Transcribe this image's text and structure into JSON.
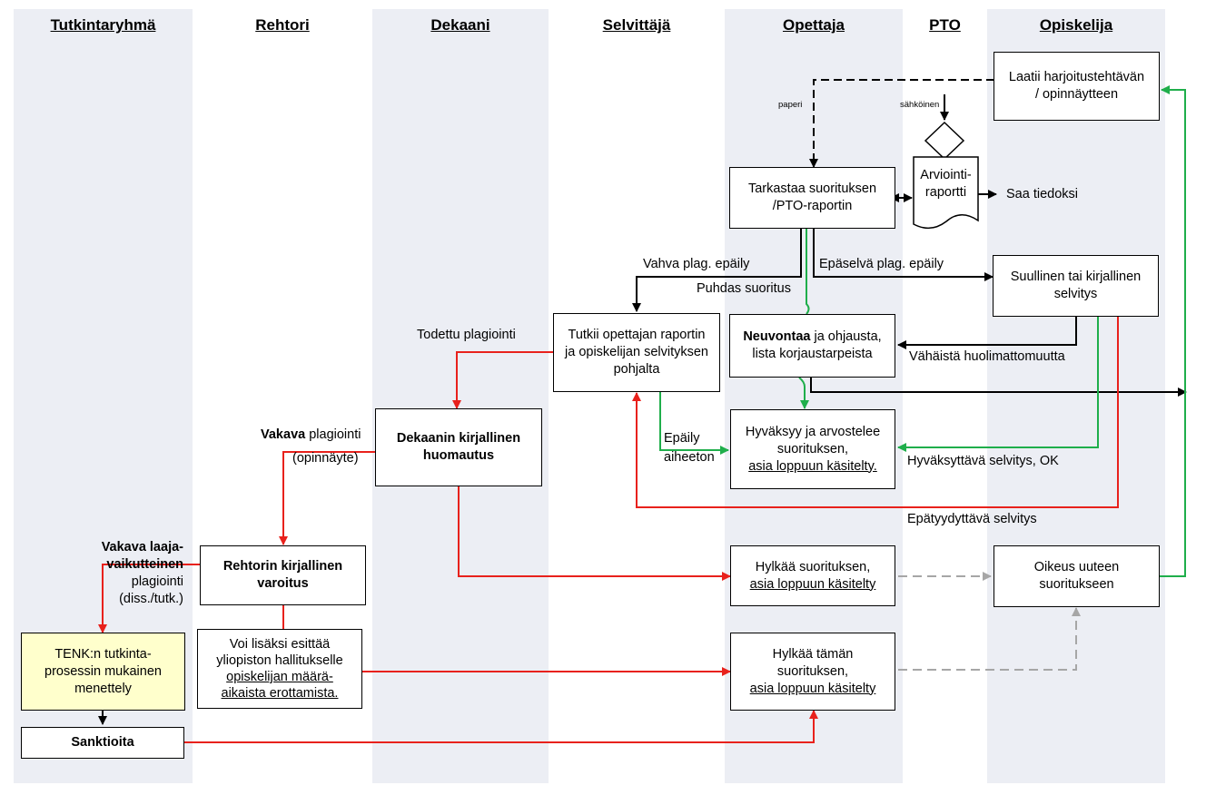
{
  "lanes": [
    "Tutkintaryhmä",
    "Rehtori",
    "Dekaani",
    "Selvittäjä",
    "Opettaja",
    "PTO",
    "Opiskelija"
  ],
  "boxes": {
    "laatii": [
      "Laatii harjoitustehtävän",
      "/ opinnäytteen"
    ],
    "tarkastaa": [
      "Tarkastaa suorituksen",
      "/PTO-raportin"
    ],
    "arviointi": [
      "Arviointi-",
      "raportti"
    ],
    "suullinen": [
      "Suullinen tai kirjallinen",
      "selvitys"
    ],
    "tutkii": [
      "Tutkii opettajan raportin",
      "ja opiskelijan selvityksen",
      "pohjalta"
    ],
    "neuvontaa_bold": "Neuvontaa",
    "neuvontaa_rest": " ja ohjausta,",
    "neuvontaa_line2": "lista korjaustarpeista",
    "dekaanin": [
      "Dekaanin kirjallinen",
      "huomautus"
    ],
    "hyvaksyy": [
      "Hyväksyy ja arvostelee",
      "suorituksen,",
      "asia loppuun käsitelty."
    ],
    "rehtorin": [
      "Rehtorin kirjallinen",
      "varoitus"
    ],
    "hylkaa1": [
      "Hylkää suorituksen,",
      "asia loppuun käsitelty"
    ],
    "oikeus": [
      "Oikeus uuteen",
      "suoritukseen"
    ],
    "tenk": [
      "TENK:n tutkinta-",
      "prosessin mukainen",
      "menettely"
    ],
    "voi": [
      "Voi lisäksi esittää",
      "yliopiston hallitukselle",
      "opiskelijan määrä-",
      "aikaista erottamista."
    ],
    "hylkaa2": [
      "Hylkää tämän",
      "suorituksen,",
      "asia loppuun käsitelty"
    ],
    "sanktioita": "Sanktioita"
  },
  "labels": {
    "paperi": "paperi",
    "sahkoinen": "sähköinen",
    "saa_tiedoksi": "Saa tiedoksi",
    "vahva": "Vahva plag. epäily",
    "epaselva": "Epäselvä plag. epäily",
    "puhdas": "Puhdas  suoritus",
    "todettu": "Todettu plagiointi",
    "vahaista": "Vähäistä huolimattomuutta",
    "vakava_bold": "Vakava",
    "vakava_rest": " plagiointi",
    "opinnayte": "(opinnäyte)",
    "epaily": [
      "Epäily",
      "aiheeton"
    ],
    "hyvaksyttava": "Hyväksyttävä selvitys, OK",
    "epatyydyttava": "Epätyydyttävä selvitys",
    "laaja_bold": [
      "Vakava laaja-",
      "vaikutteinen"
    ],
    "laaja_rest": [
      "plagiointi",
      "(diss./tutk.)"
    ]
  },
  "colors": {
    "lane": "#eceef4",
    "red": "#e8211c",
    "green": "#1fae4b",
    "gray": "#a6a6a6",
    "yellow": "#ffffcc"
  }
}
